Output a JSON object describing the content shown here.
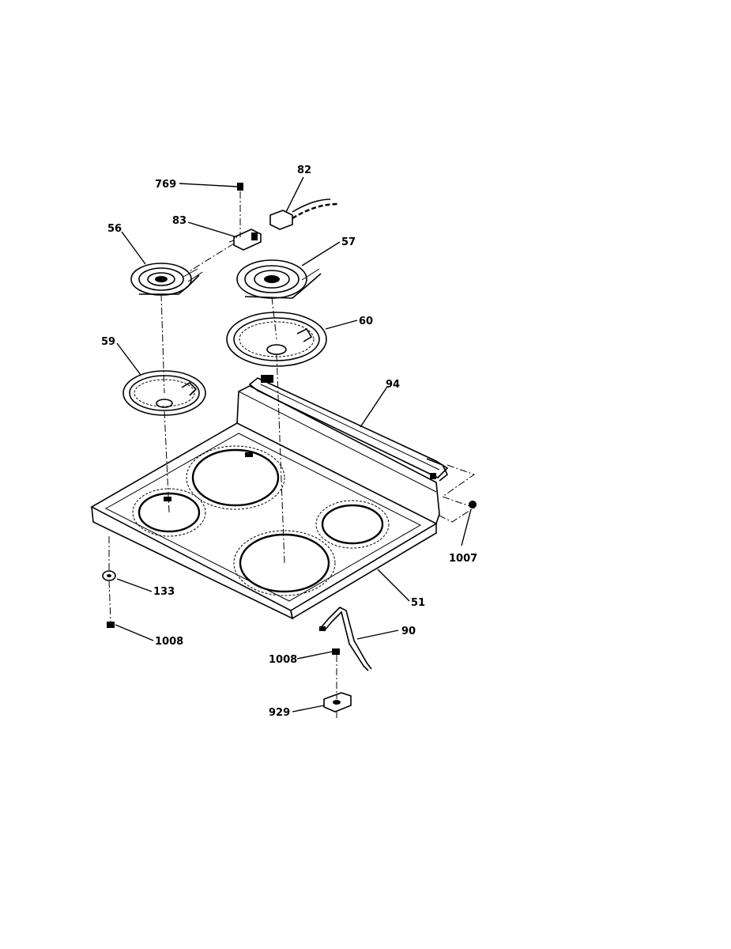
{
  "labels": {
    "p769": "769",
    "p82": "82",
    "p83": "83",
    "p56": "56",
    "p57": "57",
    "p60": "60",
    "p59": "59",
    "p94": "94",
    "p1007": "1007",
    "p51": "51",
    "p133": "133",
    "p1008a": "1008",
    "p90": "90",
    "p1008b": "1008",
    "p929": "929"
  }
}
